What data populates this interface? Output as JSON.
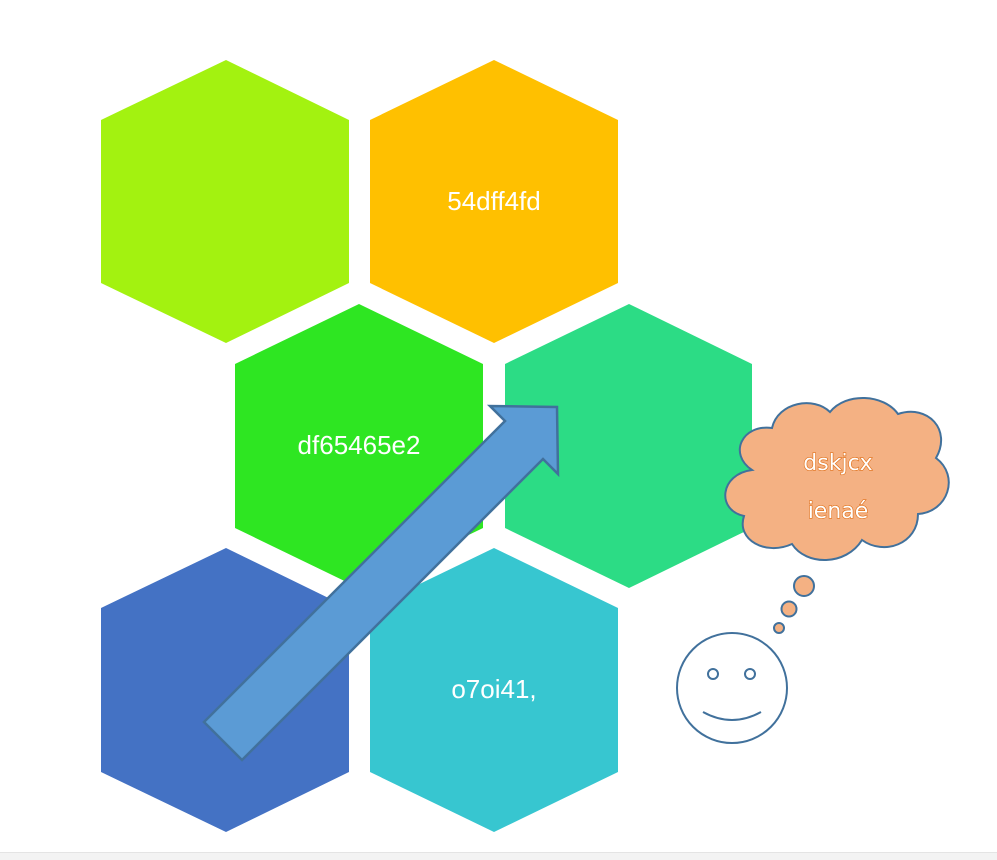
{
  "hexagons": [
    {
      "id": "hex-lime",
      "label": "",
      "color": "#a3f210"
    },
    {
      "id": "hex-orange",
      "label": "54dff4fd",
      "color": "#ffc000"
    },
    {
      "id": "hex-green",
      "label": "df65465e2",
      "color": "#2ee622"
    },
    {
      "id": "hex-emerald",
      "label": "",
      "color": "#2cdc85"
    },
    {
      "id": "hex-blue",
      "label": "",
      "color": "#4472c4"
    },
    {
      "id": "hex-teal",
      "label": "o7oi41,",
      "color": "#37c6d0"
    }
  ],
  "arrow": {
    "fill": "#5b9bd5",
    "stroke": "#41719c"
  },
  "thought_cloud": {
    "line1": "dskjcx",
    "line2": "ienaé",
    "fill": "#f4b183",
    "stroke": "#41719c"
  },
  "smiley": {
    "stroke": "#41719c",
    "fill": "#ffffff"
  }
}
